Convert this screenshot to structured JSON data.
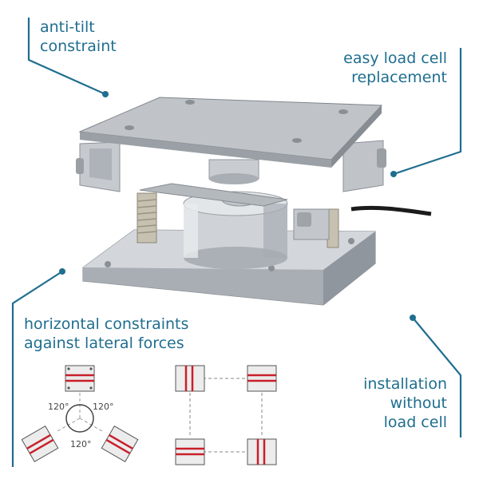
{
  "labels": {
    "anti_tilt": [
      "anti-tilt",
      "constraint"
    ],
    "easy_replacement": [
      "easy load cell",
      "replacement"
    ],
    "horizontal": [
      "horizontal constraints",
      "against lateral forces"
    ],
    "installation": [
      "installation",
      "without",
      "load cell"
    ]
  },
  "angles": [
    "120°",
    "120°",
    "120°"
  ],
  "colors": {
    "accent": "#1f6e8f",
    "constraint_red": "#c8202a",
    "steel": "#c9cdd2",
    "steel_dark": "#8e959c"
  }
}
